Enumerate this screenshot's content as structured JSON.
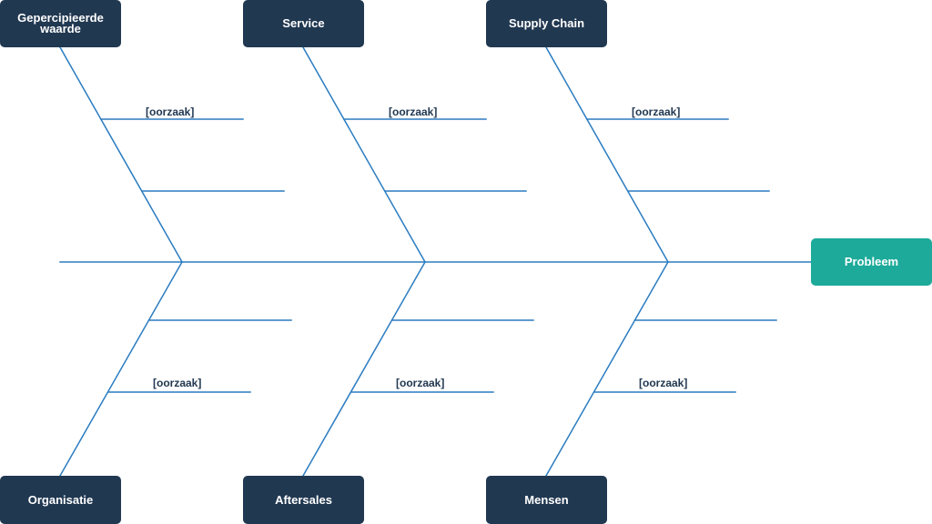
{
  "problem": {
    "label": "Probleem",
    "color": "#1daa9a"
  },
  "categories": {
    "top": [
      "Gepercipieerde waarde",
      "Service",
      "Supply Chain"
    ],
    "bottom": [
      "Organisatie",
      "Aftersales",
      "Mensen"
    ]
  },
  "cause_label": "[oorzaak]",
  "colors": {
    "box": "#213851",
    "line": "#2b7cc0"
  }
}
